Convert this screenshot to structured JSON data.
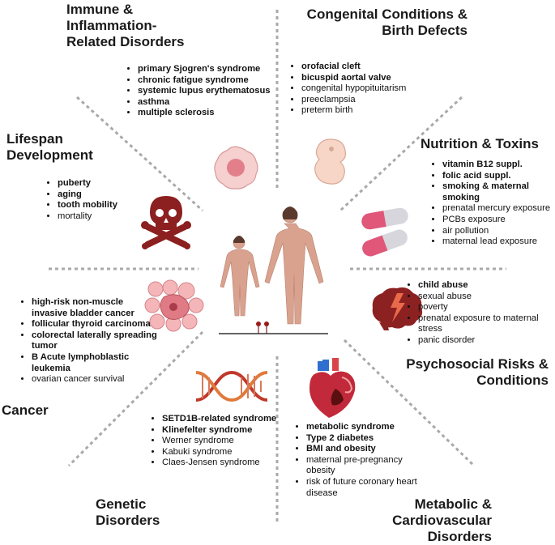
{
  "sections": {
    "immune": {
      "title": [
        "Immune &",
        "Inflammation-",
        "Related Disorders"
      ],
      "items": [
        {
          "text": "primary Sjogren's syndrome",
          "bold": true
        },
        {
          "text": "chronic fatigue syndrome",
          "bold": true
        },
        {
          "text": "systemic lupus erythematosus",
          "bold": true
        },
        {
          "text": "asthma",
          "bold": true
        },
        {
          "text": "multiple sclerosis",
          "bold": true
        }
      ]
    },
    "congenital": {
      "title": [
        "Congenital Conditions &",
        "Birth Defects"
      ],
      "items": [
        {
          "text": "orofacial cleft",
          "bold": true
        },
        {
          "text": "bicuspid aortal valve",
          "bold": true
        },
        {
          "text": "congenital hypopituitarism",
          "bold": false
        },
        {
          "text": "preeclampsia",
          "bold": false
        },
        {
          "text": "preterm birth",
          "bold": false
        }
      ]
    },
    "lifespan": {
      "title": [
        "Lifespan",
        "Development"
      ],
      "items": [
        {
          "text": "puberty",
          "bold": true
        },
        {
          "text": "aging",
          "bold": true
        },
        {
          "text": "tooth mobility",
          "bold": true
        },
        {
          "text": "mortality",
          "bold": false
        }
      ]
    },
    "nutrition": {
      "title": [
        "Nutrition & Toxins"
      ],
      "items": [
        {
          "text": "vitamin B12 suppl.",
          "bold": true
        },
        {
          "text": "folic acid suppl.",
          "bold": true
        },
        {
          "text": "smoking & maternal smoking",
          "bold": true
        },
        {
          "text": "prenatal mercury exposure",
          "bold": false
        },
        {
          "text": "PCBs exposure",
          "bold": false
        },
        {
          "text": "air pollution",
          "bold": false
        },
        {
          "text": "maternal lead exposure",
          "bold": false
        }
      ]
    },
    "cancer": {
      "title": [
        "Cancer"
      ],
      "items": [
        {
          "text": "high-risk non-muscle invasive bladder cancer",
          "bold": true
        },
        {
          "text": "follicular thyroid carcinoma",
          "bold": true
        },
        {
          "text": "colorectal laterally spreading tumor",
          "bold": true
        },
        {
          "text": "B Acute lymphoblastic leukemia",
          "bold": true
        },
        {
          "text": "ovarian cancer survival",
          "bold": false
        }
      ]
    },
    "psychosocial": {
      "title": [
        "Psychosocial Risks &",
        "Conditions"
      ],
      "items": [
        {
          "text": "child abuse",
          "bold": true
        },
        {
          "text": "sexual abuse",
          "bold": false
        },
        {
          "text": "poverty",
          "bold": false
        },
        {
          "text": "prenatal exposure to maternal stress",
          "bold": false
        },
        {
          "text": "panic disorder",
          "bold": false
        }
      ]
    },
    "genetic": {
      "title": [
        "Genetic",
        "Disorders"
      ],
      "items": [
        {
          "text": "SETD1B-related syndrome",
          "bold": true
        },
        {
          "text": "Klinefelter syndrome",
          "bold": true
        },
        {
          "text": "Werner syndrome",
          "bold": false
        },
        {
          "text": "Kabuki syndrome",
          "bold": false
        },
        {
          "text": "Claes-Jensen syndrome",
          "bold": false
        }
      ]
    },
    "metabolic": {
      "title": [
        "Metabolic &",
        "Cardiovascular Disorders"
      ],
      "items": [
        {
          "text": "metabolic syndrome",
          "bold": true
        },
        {
          "text": "Type 2 diabetes",
          "bold": true
        },
        {
          "text": "BMI and obesity",
          "bold": true
        },
        {
          "text": "maternal pre-pregnancy obesity",
          "bold": false
        },
        {
          "text": "risk of future coronary heart disease",
          "bold": false
        }
      ]
    }
  }
}
